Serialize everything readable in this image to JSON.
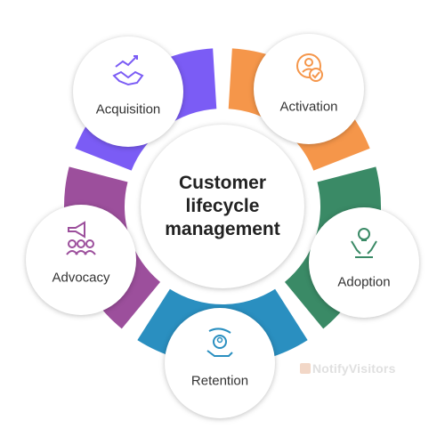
{
  "center": {
    "lines": [
      "Customer",
      "lifecycle",
      "management"
    ]
  },
  "stages": [
    {
      "label": "Acquisition",
      "color": "#7b5cf5",
      "icon": "handshake-growth-icon"
    },
    {
      "label": "Activation",
      "color": "#f5964a",
      "icon": "user-check-icon"
    },
    {
      "label": "Adoption",
      "color": "#3a8a66",
      "icon": "lightbulb-hands-icon"
    },
    {
      "label": "Retention",
      "color": "#2a8fc0",
      "icon": "hand-user-care-icon"
    },
    {
      "label": "Advocacy",
      "color": "#9c4f9c",
      "icon": "megaphone-people-icon"
    }
  ],
  "brand": {
    "name": "NotifyVisitors"
  }
}
